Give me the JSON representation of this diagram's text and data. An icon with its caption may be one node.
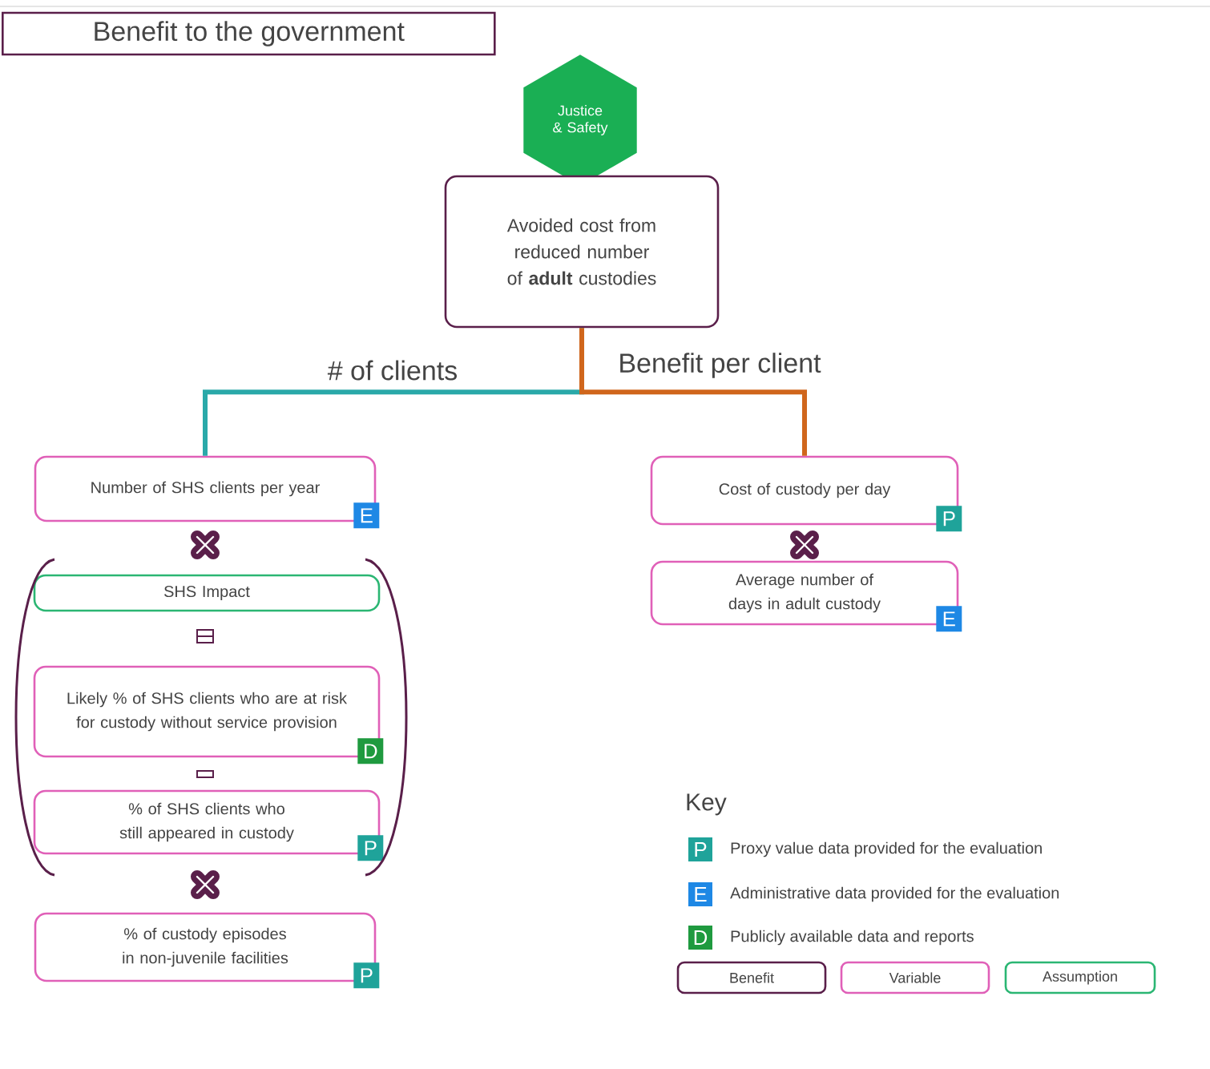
{
  "diagram": {
    "title": "Benefit to the government",
    "nodes": [
      {
        "text": [
          "Justice & Safety"
        ]
      },
      {
        "text": [
          "Avoided cost from reduced number of **adult** custodies"
        ]
      },
      {
        "text": [
          "Number of SHS clients per year",
          "E"
        ]
      },
      {
        "text": [
          "SHS Impact"
        ]
      },
      {
        "text": [
          "Likely % of SHS clients who are at risk for custody without service provision",
          "D"
        ]
      },
      {
        "text": [
          "% of SHS clients who still appeared in custody",
          "P"
        ]
      },
      {
        "text": [
          "% of custody episodes in non-juvenile facilities",
          "P"
        ]
      },
      {
        "text": [
          "Cost of custody per day",
          "P"
        ]
      },
      {
        "text": [
          "Average number of days in adult custody",
          "E"
        ]
      }
    ],
    "edges": [
      {
        "from": 1,
        "to": 2,
        "arrow": "none",
        "label": "# of clients",
        "color": "#2aa9a9"
      },
      {
        "from": 1,
        "to": 7,
        "arrow": "none",
        "label": "Benefit per client",
        "color": "#d0661c"
      }
    ],
    "labels": [
      "Key",
      "P",
      "E",
      "D"
    ],
    "legend": [
      {
        "text": "Proxy value data provided for the evaluation",
        "color": "#1fa39a"
      },
      {
        "text": "Administrative data provided for the evaluation",
        "color": "#1e88e5"
      },
      {
        "text": "Publicly available data and reports",
        "color": "#1f9a3f"
      },
      {
        "text": "Benefit"
      },
      {
        "text": "Variable"
      },
      {
        "text": "Assumption"
      }
    ]
  }
}
